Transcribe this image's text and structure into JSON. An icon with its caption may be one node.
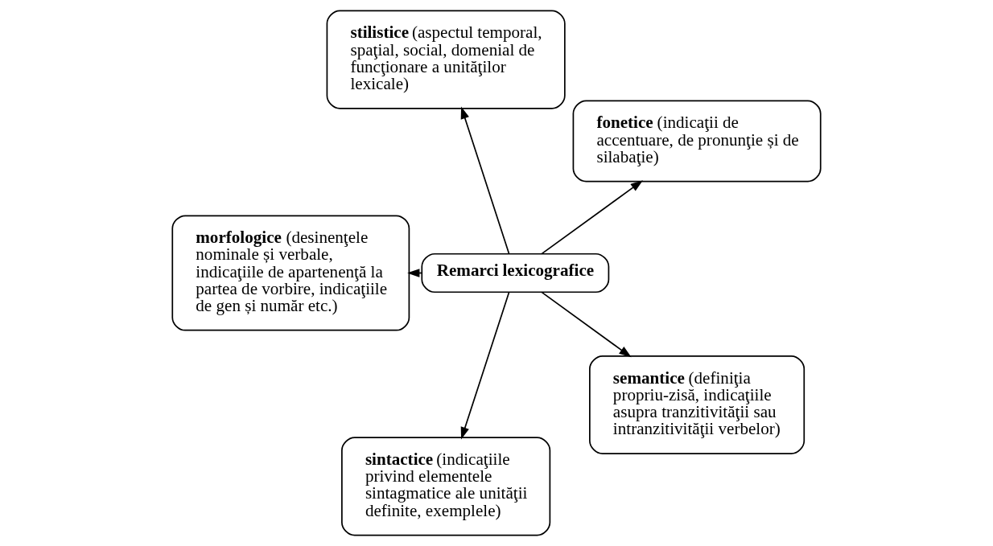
{
  "diagram": {
    "nodes": [
      {
        "text": [
          "Remarci lexicografice"
        ]
      },
      {
        "text": [
          "**fonetice** (indicaţii de accentuare, de pronunţie și de silabaţie)"
        ]
      },
      {
        "text": [
          "**stilistice** (aspectul temporal, spaţial, social, domenial de funcţionare a unităţilor lexicale)"
        ]
      },
      {
        "text": [
          "**morfologice** (desinenţele nominale și verbale, indicaţiile de apartenenţă la partea de vorbire, indicaţiile de gen și număr etc.)"
        ]
      },
      {
        "text": [
          "**sintactice** (indicaţiile privind elementele sintagmatice ale unităţii definite, exemplele)"
        ]
      },
      {
        "text": [
          "**semantice** (definiţia propriu-zisă, indicaţiile asupra tranzitivităţii sau intranzitivităţii verbelor)"
        ]
      }
    ],
    "edges": [
      {
        "from": 0,
        "to": 1,
        "arrow": "to"
      },
      {
        "from": 0,
        "to": 2,
        "arrow": "to"
      },
      {
        "from": 0,
        "to": 3,
        "arrow": "to"
      },
      {
        "from": 0,
        "to": 4,
        "arrow": "to"
      },
      {
        "from": 0,
        "to": 5,
        "arrow": "to"
      }
    ]
  }
}
